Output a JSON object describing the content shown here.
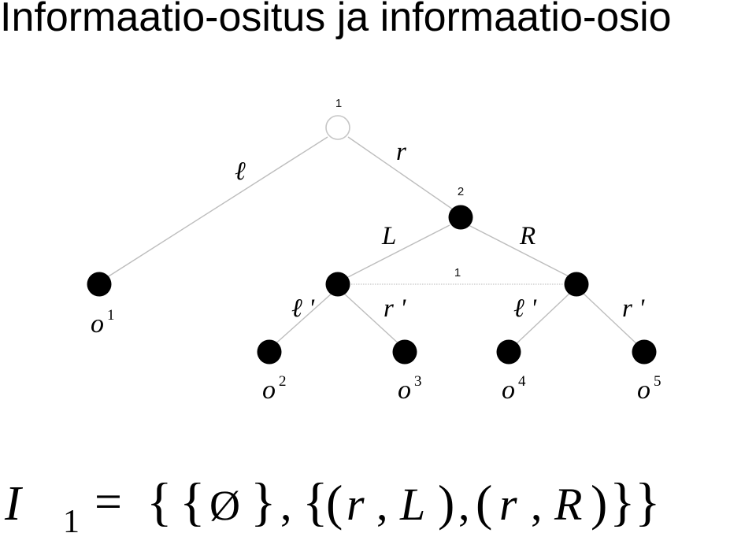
{
  "title": "Informaatio-ositus ja informaatio-osio",
  "tree": {
    "nodes": [
      {
        "id": "root",
        "type": "chance",
        "player_label": "1"
      },
      {
        "id": "n2",
        "type": "decision",
        "player_label": "2"
      },
      {
        "id": "n1a",
        "type": "decision"
      },
      {
        "id": "n1b",
        "type": "decision"
      },
      {
        "id": "o1",
        "type": "terminal",
        "outcome": "o",
        "index": "1"
      },
      {
        "id": "o2",
        "type": "terminal",
        "outcome": "o",
        "index": "2"
      },
      {
        "id": "o3",
        "type": "terminal",
        "outcome": "o",
        "index": "3"
      },
      {
        "id": "o4",
        "type": "terminal",
        "outcome": "o",
        "index": "4"
      },
      {
        "id": "o5",
        "type": "terminal",
        "outcome": "o",
        "index": "5"
      }
    ],
    "edges": [
      {
        "from": "root",
        "to": "o1",
        "label": "ℓ"
      },
      {
        "from": "root",
        "to": "n2",
        "label": "r"
      },
      {
        "from": "n2",
        "to": "n1a",
        "label": "L"
      },
      {
        "from": "n2",
        "to": "n1b",
        "label": "R"
      },
      {
        "from": "n1a",
        "to": "o2",
        "label": "ℓ '"
      },
      {
        "from": "n1a",
        "to": "o3",
        "label": "r '"
      },
      {
        "from": "n1b",
        "to": "o4",
        "label": "ℓ '"
      },
      {
        "from": "n1b",
        "to": "o5",
        "label": "r '"
      }
    ],
    "information_set": {
      "player_label": "1",
      "members": [
        "n1a",
        "n1b"
      ]
    }
  },
  "formula": {
    "symbol": "I",
    "subscript": "1",
    "equals": "=",
    "open_outer": "{",
    "open_first": "{",
    "empty_set": "Ø",
    "close_first": "}",
    "comma": ",",
    "open_second": "{",
    "open_paren": "(",
    "pair1_first": "r",
    "pair1_second": "L",
    "close_paren": ")",
    "pair2_first": "r",
    "pair2_second": "R",
    "close_second": "}",
    "close_outer": "}"
  },
  "colors": {
    "nodes": "#000000",
    "edges": "#bdbdbd",
    "chance_node_outline": "#c6c6c6"
  }
}
